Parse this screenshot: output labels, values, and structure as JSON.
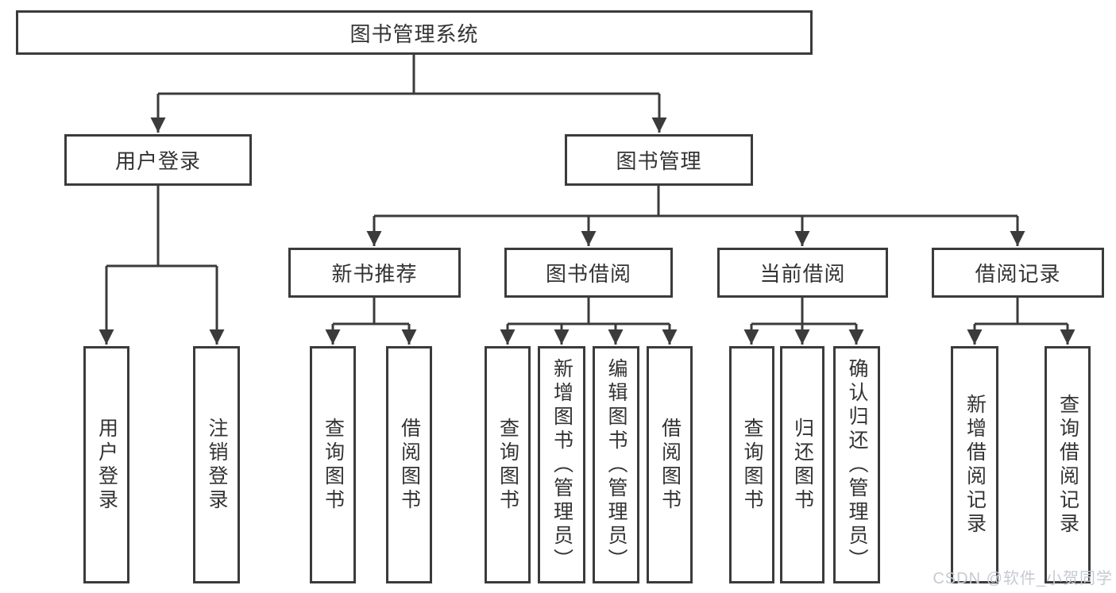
{
  "diagram": {
    "title": "图书管理系统",
    "branches": [
      {
        "label": "用户登录",
        "children": [
          {
            "label": "用户登录"
          },
          {
            "label": "注销登录"
          }
        ]
      },
      {
        "label": "图书管理",
        "groups": [
          {
            "label": "新书推荐",
            "children": [
              {
                "label": "查询图书"
              },
              {
                "label": "借阅图书"
              }
            ]
          },
          {
            "label": "图书借阅",
            "children": [
              {
                "label": "查询图书"
              },
              {
                "label": "新增图书（管理员）"
              },
              {
                "label": "编辑图书（管理员）"
              },
              {
                "label": "借阅图书"
              }
            ]
          },
          {
            "label": "当前借阅",
            "children": [
              {
                "label": "查询图书"
              },
              {
                "label": "归还图书"
              },
              {
                "label": "确认归还（管理员）"
              }
            ]
          },
          {
            "label": "借阅记录",
            "children": [
              {
                "label": "新增借阅记录"
              },
              {
                "label": "查询借阅记录"
              }
            ]
          }
        ]
      }
    ]
  },
  "watermark": {
    "text": "CSDN @软件_小贺同学"
  },
  "colors": {
    "line": "#3b3b3b",
    "text": "#333333",
    "background": "#ffffff",
    "watermark": "#c6cbd2"
  }
}
